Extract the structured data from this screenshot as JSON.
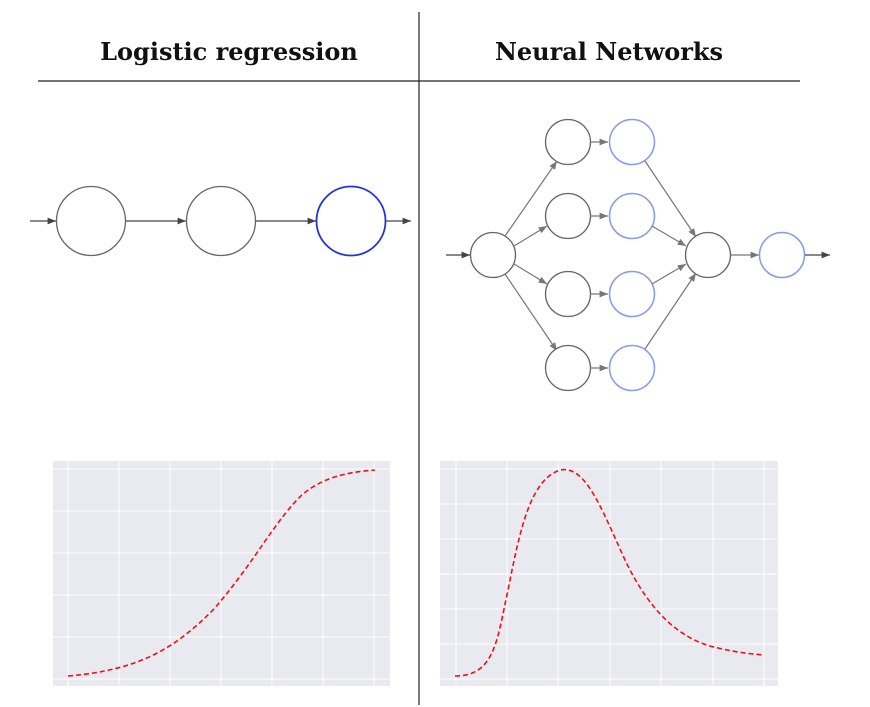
{
  "headers": {
    "left": "Logistic regression",
    "right": "Neural Networks"
  },
  "colors": {
    "rule": "#222222",
    "node_stroke": "#666666",
    "lr_output_stroke": "#2233dd",
    "nn_output_stroke": "#8899ee",
    "edge": "#777777",
    "plot_bg": "#e9e9f0",
    "grid": "#ffffff",
    "curve": "#ee1111"
  },
  "logistic_regression_diagram": {
    "nodes": [
      "input",
      "hidden",
      "output"
    ]
  },
  "neural_network_diagram": {
    "nodes": [
      "input",
      "hidden-1",
      "hidden-2",
      "hidden-3",
      "hidden-4",
      "activation-1",
      "activation-2",
      "activation-3",
      "activation-4",
      "sum",
      "output"
    ]
  },
  "plots": [
    {
      "name": "logistic-regression-curve",
      "curve": "sigmoid",
      "line_style": "dashed"
    },
    {
      "name": "neural-network-curve",
      "curve": "bump",
      "line_style": "dashed"
    }
  ]
}
